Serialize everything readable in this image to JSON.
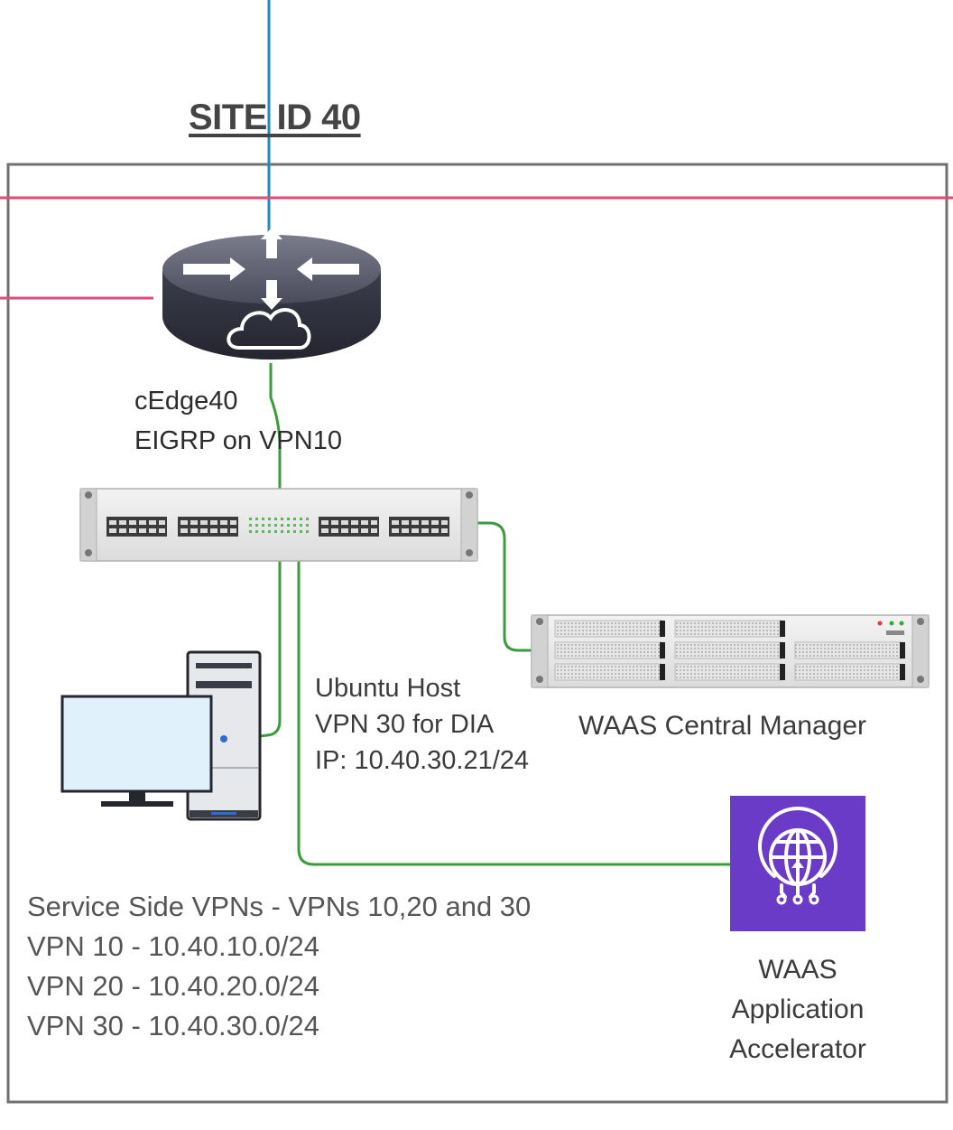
{
  "site_title": "SITE ID 40",
  "router": {
    "name": "cEdge40",
    "detail": "EIGRP on VPN10",
    "icon": "router-cloud-icon"
  },
  "switch": {
    "icon": "switch-icon"
  },
  "ubuntu_host": {
    "name": "Ubuntu Host",
    "vpn": "VPN 30 for DIA",
    "ip": "IP: 10.40.30.21/24",
    "icon": "workstation-icon"
  },
  "central_manager": {
    "name": "WAAS Central Manager",
    "icon": "rack-server-icon"
  },
  "app_accelerator": {
    "line1": "WAAS",
    "line2": "Application",
    "line3": "Accelerator",
    "icon": "globe-network-icon",
    "color": "#6a3bc7"
  },
  "service_vpns": [
    "Service Side VPNs - VPNs 10,20 and 30",
    "VPN 10 - 10.40.10.0/24",
    "VPN 20 - 10.40.20.0/24",
    "VPN 30 - 10.40.30.0/24"
  ],
  "colors": {
    "link_green": "#3a9c3a",
    "link_blue": "#1e8cc0",
    "link_pink": "#e24a78",
    "border_gray": "#707070"
  }
}
